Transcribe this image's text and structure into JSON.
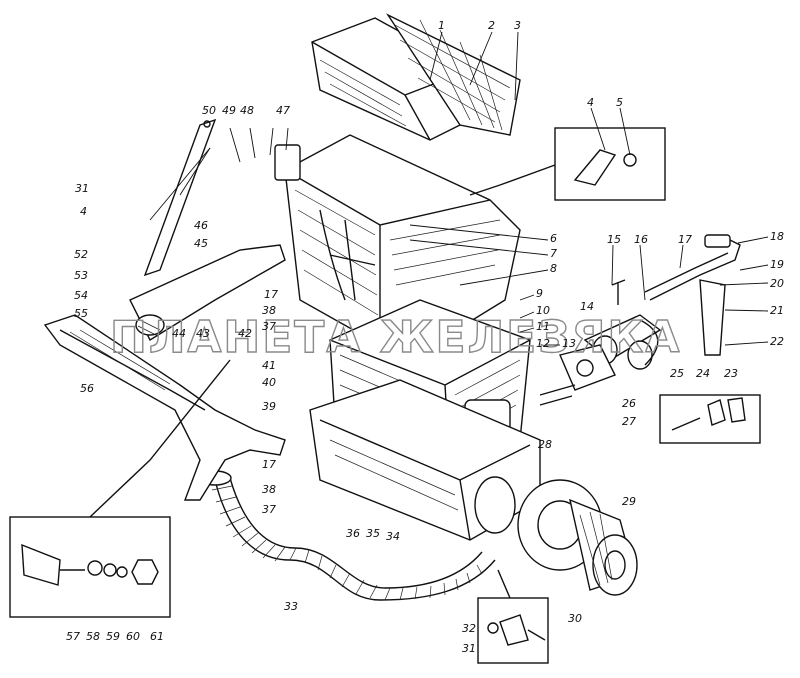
{
  "watermark": "ПЛАНЕТА ЖЕЛЕЗЯКА",
  "labels": [
    "1",
    "2",
    "3",
    "4",
    "5",
    "6",
    "7",
    "8",
    "9",
    "10",
    "11",
    "12",
    "13",
    "14",
    "15",
    "16",
    "17",
    "17",
    "17",
    "18",
    "19",
    "20",
    "21",
    "22",
    "23",
    "24",
    "25",
    "26",
    "27",
    "28",
    "29",
    "30",
    "31",
    "31",
    "32",
    "33",
    "34",
    "35",
    "36",
    "37",
    "37",
    "38",
    "38",
    "39",
    "40",
    "41",
    "42",
    "43",
    "44",
    "45",
    "46",
    "47",
    "48",
    "49",
    "50",
    "4",
    "52",
    "53",
    "54",
    "55",
    "56",
    "57",
    "58",
    "59",
    "60",
    "61"
  ]
}
